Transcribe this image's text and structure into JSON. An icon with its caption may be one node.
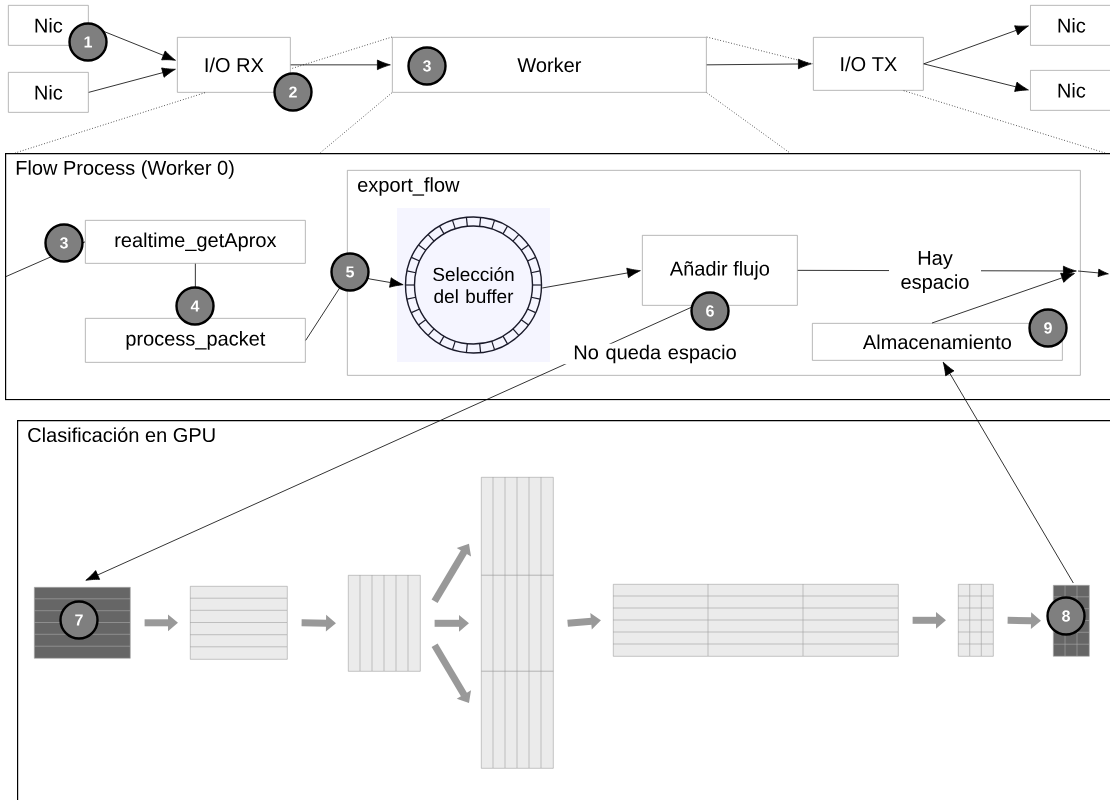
{
  "diagram": {
    "nodes": [
      {
        "text": [
          "Nic"
        ]
      },
      {
        "text": [
          "Nic"
        ]
      },
      {
        "text": [
          "I/O RX"
        ]
      },
      {
        "text": [
          "Worker"
        ]
      },
      {
        "text": [
          "I/O TX"
        ]
      },
      {
        "text": [
          "Nic"
        ]
      },
      {
        "text": [
          "Nic"
        ]
      },
      {
        "text": [
          "Flow Process (Worker 0)"
        ]
      },
      {
        "text": [
          "realtime_getAprox"
        ],
        "in": 7
      },
      {
        "text": [
          "process_packet"
        ],
        "in": 7
      },
      {
        "text": [
          "export_flow"
        ],
        "in": 7
      },
      {
        "text": [
          "Selección del buffer"
        ],
        "in": 10
      },
      {
        "text": [
          "Añadir flujo"
        ],
        "in": 10
      },
      {
        "text": [
          "Almacenamiento"
        ],
        "in": 10
      },
      {
        "text": [
          "Clasificación en GPU"
        ]
      },
      {
        "text": [],
        "shape": "grid",
        "in": 14
      },
      {
        "text": [],
        "shape": "grid",
        "in": 14
      },
      {
        "text": [],
        "shape": "grid",
        "in": 14
      },
      {
        "text": [],
        "shape": "grid",
        "in": 14
      },
      {
        "text": [],
        "shape": "grid",
        "in": 14
      },
      {
        "text": [],
        "shape": "grid",
        "in": 14
      },
      {
        "text": [],
        "shape": "grid",
        "in": 14
      },
      {
        "text": [],
        "shape": "grid",
        "in": 14
      },
      {
        "text": [],
        "shape": "grid",
        "in": 14
      }
    ],
    "edges": [
      {
        "from": 0,
        "to": 2,
        "arrow": "to"
      },
      {
        "from": 1,
        "to": 2,
        "arrow": "to"
      },
      {
        "from": 2,
        "to": 3,
        "arrow": "to"
      },
      {
        "from": 3,
        "to": 4,
        "arrow": "to"
      },
      {
        "from": 4,
        "to": 5,
        "arrow": "to"
      },
      {
        "from": 4,
        "to": 6,
        "arrow": "to"
      },
      {
        "from": 3,
        "to": 2,
        "arrow": "none",
        "style": "dashed"
      },
      {
        "from": 3,
        "to": 7,
        "arrow": "none",
        "style": "dashed"
      },
      {
        "from": 3,
        "to": 4,
        "arrow": "none",
        "style": "dashed"
      },
      {
        "from": 3,
        "to": 7,
        "arrow": "none",
        "style": "dashed"
      },
      {
        "from": 2,
        "to": 7,
        "arrow": "none",
        "style": "dashed"
      },
      {
        "from": 4,
        "to": 7,
        "arrow": "none",
        "style": "dashed"
      },
      {
        "from": null,
        "to": 8,
        "arrow": "none"
      },
      {
        "from": 8,
        "to": 9,
        "arrow": "none"
      },
      {
        "from": 9,
        "to": 11,
        "arrow": "to"
      },
      {
        "from": 11,
        "to": 12,
        "arrow": "to"
      },
      {
        "from": 12,
        "to": null,
        "arrow": "to",
        "label": "Hay espacio"
      },
      {
        "from": 13,
        "to": null,
        "arrow": "to"
      },
      {
        "from": 12,
        "to": 15,
        "arrow": "to",
        "label": "No queda espacio"
      },
      {
        "from": 23,
        "to": 13,
        "arrow": "to"
      },
      {
        "from": 15,
        "to": 16,
        "arrow": "to",
        "style": "thick",
        "color": "#999999"
      },
      {
        "from": 16,
        "to": 17,
        "arrow": "to",
        "style": "thick",
        "color": "#999999"
      },
      {
        "from": 17,
        "to": 18,
        "arrow": "to",
        "style": "thick",
        "color": "#999999"
      },
      {
        "from": 17,
        "to": 19,
        "arrow": "to",
        "style": "thick",
        "color": "#999999"
      },
      {
        "from": 17,
        "to": 20,
        "arrow": "to",
        "style": "thick",
        "color": "#999999"
      },
      {
        "from": 19,
        "to": 21,
        "arrow": "to",
        "style": "thick",
        "color": "#999999"
      },
      {
        "from": 21,
        "to": 22,
        "arrow": "to",
        "style": "thick",
        "color": "#999999"
      },
      {
        "from": 22,
        "to": 23,
        "arrow": "to",
        "style": "thick",
        "color": "#999999"
      }
    ],
    "labels": [
      "1",
      "2",
      "3",
      "3",
      "4",
      "5",
      "6",
      "9",
      "7",
      "8"
    ]
  }
}
